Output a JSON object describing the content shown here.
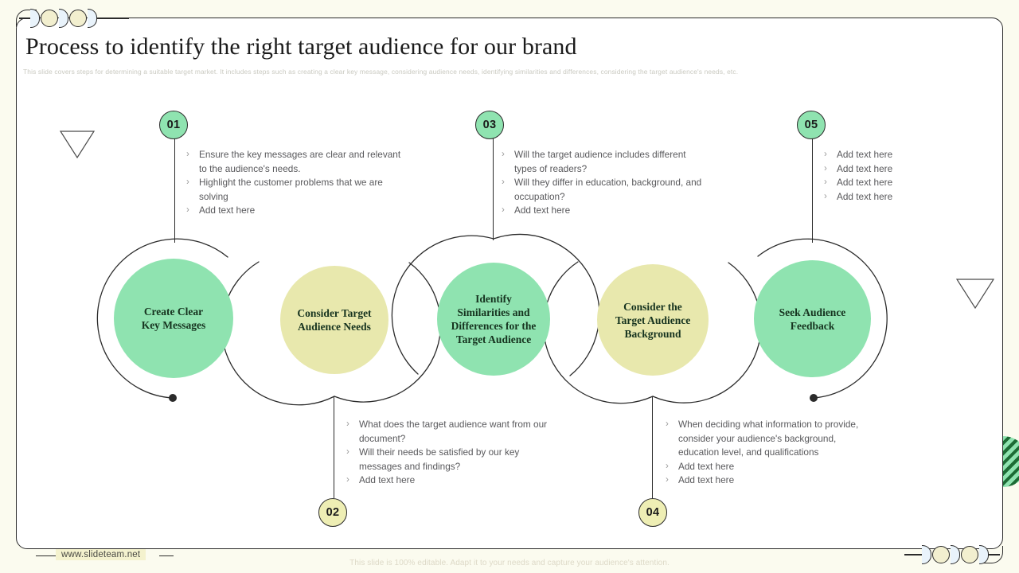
{
  "slide": {
    "title": "Process to identify the right target audience for our brand",
    "subtitle": "This slide covers steps for determining a suitable target market.  It includes steps such as creating a clear key message, considering audience needs, identifying similarities and differences, considering the target audience's needs, etc.",
    "footer_note": "This slide is 100% editable. Adapt it to your needs and capture your audience's attention.",
    "site_url": "www.slideteam.net"
  },
  "colors": {
    "green": "#8fe3b0",
    "yellow": "#e8e8ad",
    "badge_yellow": "#eeeeb4",
    "outline": "#2b2b2b",
    "page_bg": "#fbfbef",
    "body_text": "#59595c",
    "subtitle_text": "#c9c9c0",
    "url_highlight": "#f4f2ce"
  },
  "steps": [
    {
      "number": "01",
      "label": "Create Clear\nKey Messages",
      "label_line1": "Create Clear",
      "label_line2": "Key Messages",
      "color": "green",
      "position": "top",
      "bullets": [
        "Ensure the key messages are clear and relevant to the audience's needs.",
        "Highlight the customer problems that we are solving",
        "Add text here"
      ]
    },
    {
      "number": "02",
      "label": "Consider Target\nAudience Needs",
      "label_line1": "Consider Target",
      "label_line2": "Audience Needs",
      "color": "yellow",
      "position": "bottom",
      "bullets": [
        "What does the target audience want from our document?",
        "Will their needs be satisfied by our key messages and findings?",
        "Add text here"
      ]
    },
    {
      "number": "03",
      "label": "Identify Similarities and Differences for the Target Audience",
      "label_line1": "Identify",
      "label_line2": "Similarities and",
      "label_line3": "Differences for the",
      "label_line4": "Target Audience",
      "color": "green",
      "position": "top",
      "bullets": [
        "Will the target audience includes different types of readers?",
        " Will they differ in education, background, and occupation?",
        "Add text here"
      ]
    },
    {
      "number": "04",
      "label": "Consider the Target Audience Background",
      "label_line1": "Consider the",
      "label_line2": "Target Audience",
      "label_line3": "Background",
      "color": "yellow",
      "position": "bottom",
      "bullets": [
        "When deciding what information to provide, consider your audience's background, education level, and qualifications",
        "Add text here",
        "Add text here"
      ]
    },
    {
      "number": "05",
      "label": "Seek Audience\nFeedback",
      "label_line1": "Seek Audience",
      "label_line2": "Feedback",
      "color": "green",
      "position": "top",
      "bullets": [
        "Add text here",
        "Add text here",
        "Add text here",
        "Add text here"
      ]
    }
  ],
  "bullet_marker": "›"
}
